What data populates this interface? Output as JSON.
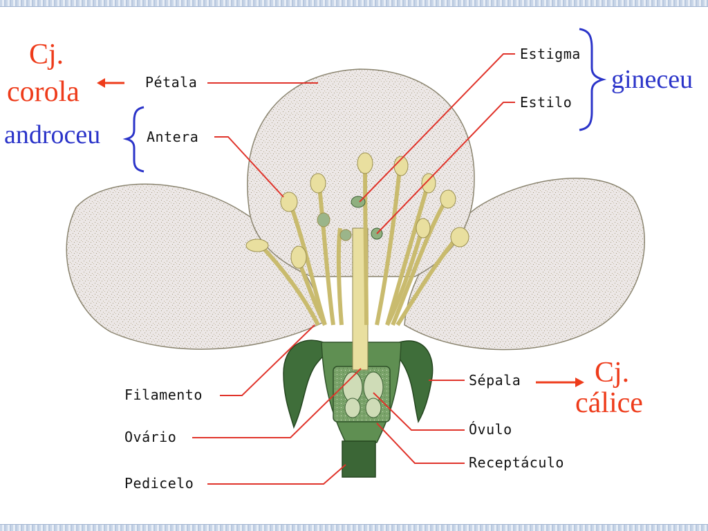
{
  "colors": {
    "group_red": "#ee3b1a",
    "group_blue": "#2b34c9",
    "leader_line": "#e0332a",
    "petal_fill": "#ece7e6",
    "petal_stipple": "#a39a7e",
    "stamen_yellow": "#e9df9f",
    "sepal_green": "#3f6e3a",
    "ovary_green": "#6f9b60"
  },
  "labels": {
    "petala": "Pétala",
    "antera": "Antera",
    "estigma": "Estigma",
    "estilo": "Estilo",
    "filamento": "Filamento",
    "ovario": "Ovário",
    "pedicelo": "Pedicelo",
    "sepala": "Sépala",
    "ovulo": "Óvulo",
    "receptaculo": "Receptáculo"
  },
  "groups": {
    "corola_cj": "Cj.",
    "corola": "corola",
    "androceu": "androceu",
    "gineceu": "gineceu",
    "calice_cj": "Cj.",
    "calice": "cálice"
  },
  "arrows": {
    "corola_arrow": "←",
    "calice_arrow": "→"
  }
}
